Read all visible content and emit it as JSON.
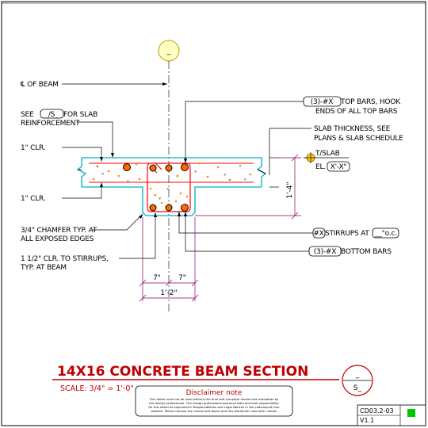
{
  "grid_bubble": "_",
  "labels": {
    "cl_beam": "℄ OF BEAM",
    "see_slab_1_pre": "SEE ",
    "see_slab_1_box": "_/S_",
    "see_slab_1_post": " FOR SLAB",
    "see_slab_2": "REINFORCEMENT",
    "clr_top": "1\" CLR.",
    "clr_bot": "1\" CLR.",
    "chamfer_1": "3/4\" CHAMFER TYP. AT",
    "chamfer_2": "ALL EXPOSED EDGES",
    "clr_stir_1": "1 1/2\" CLR. TO STIRRUPS,",
    "clr_stir_2": "TYP. AT BEAM",
    "top_bars_box": "(3)-#X",
    "top_bars_1": " TOP BARS, HOOK",
    "top_bars_2": "ENDS OF ALL TOP BARS",
    "slab_thk_1": "SLAB THICKNESS, SEE",
    "slab_thk_2": "PLANS & SLAB SCHEDULE",
    "t_slab": "T/SLAB",
    "el_pre": "EL. ",
    "el_box": "X'-X\"",
    "stir_box": "#X",
    "stir_mid": " STIRRUPS AT ",
    "stir_box2": "__\"o.c.",
    "bot_box": "(3)-#X",
    "bot_post": " BOTTOM BARS",
    "dim_depth": "1'-4\"",
    "dim_left": "7\"",
    "dim_right": "7\"",
    "dim_total": "1'-2\""
  },
  "title": {
    "main": "14X16 CONCRETE BEAM SECTION",
    "scale": "SCALE: 3/4\" = 1'-0\"",
    "bubble_top": "_",
    "bubble_bottom": "S_"
  },
  "disclaimer": {
    "title": "Disclaimer note",
    "lines": [
      "This detail must not be used without the final and complete review and evaluation by",
      "the design professional. The design professional assumes total and final responsibility",
      "for this detail as explained in Responsibilities and Legal Notices in the cadsmepcd.com",
      "website. Please remove the review text boxes and this disclaimer note after review."
    ]
  },
  "id": {
    "number": "CD03.2-03",
    "version": "V1.1"
  },
  "colors": {
    "outline": "#00b0c8",
    "rebar": "#ff0000",
    "aggregate": "#ff8800",
    "accent_red": "#c00000",
    "leader": "#000000",
    "dim": "#8a0060",
    "status": "#00c800"
  }
}
